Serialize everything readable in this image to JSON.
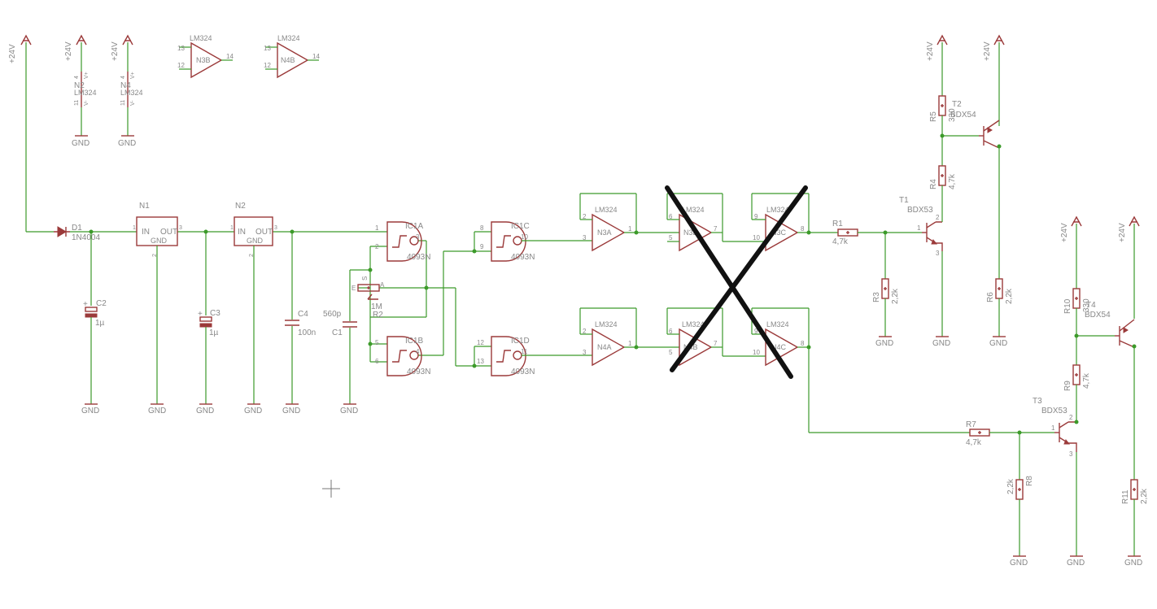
{
  "supply": {
    "v24": "+24V",
    "gnd": "GND"
  },
  "power_units": [
    {
      "name": "N2",
      "part": "LM324",
      "p_pos": "4",
      "p_neg": "11",
      "s_pos": "V+",
      "s_neg": "V-"
    },
    {
      "name": "N4",
      "part": "LM324",
      "p_pos": "4",
      "p_neg": "11",
      "s_pos": "V+",
      "s_neg": "V-"
    }
  ],
  "spare_opamps": [
    {
      "part": "LM324",
      "name": "N3B",
      "pin_a": "13",
      "pin_b": "12",
      "pin_out": "14"
    },
    {
      "part": "LM324",
      "name": "N4B",
      "pin_a": "13",
      "pin_b": "12",
      "pin_out": "14"
    }
  ],
  "d1": {
    "name": "D1",
    "value": "1N4004"
  },
  "regulators": [
    {
      "name": "N1",
      "in": "IN",
      "out": "OUT",
      "gnd": "GND",
      "p1": "1",
      "p2": "2",
      "p3": "3"
    },
    {
      "name": "N2",
      "in": "IN",
      "out": "OUT",
      "gnd": "GND",
      "p1": "1",
      "p2": "2",
      "p3": "3"
    }
  ],
  "c2": {
    "name": "C2",
    "value": "1µ"
  },
  "c3": {
    "name": "C3",
    "value": "1µ"
  },
  "c4": {
    "name": "C4",
    "value": "100n"
  },
  "c1": {
    "name": "C1",
    "value": "560p"
  },
  "r2": {
    "name": "R2",
    "value": "1M",
    "pin_e": "E",
    "pin_a": "A",
    "pin_s": "S"
  },
  "gates": [
    {
      "name": "IC1A",
      "part": "4093N",
      "in1": "1",
      "in2": "2",
      "out": "3"
    },
    {
      "name": "IC1B",
      "part": "4093N",
      "in1": "5",
      "in2": "6",
      "out": "4"
    },
    {
      "name": "IC1C",
      "part": "4093N",
      "in1": "8",
      "in2": "9",
      "out": "10"
    },
    {
      "name": "IC1D",
      "part": "4093N",
      "in1": "12",
      "in2": "13",
      "out": "11"
    }
  ],
  "opamps_top": [
    {
      "name": "N3A",
      "part": "LM324",
      "neg": "2",
      "pos": "3",
      "out": "1"
    },
    {
      "name": "N3B",
      "part": "LM324",
      "neg": "6",
      "pos": "5",
      "out": "7"
    },
    {
      "name": "N3C",
      "part": "LM324",
      "neg": "9",
      "pos": "10",
      "out": "8"
    }
  ],
  "opamps_bottom": [
    {
      "name": "N4A",
      "part": "LM324",
      "neg": "2",
      "pos": "3",
      "out": "1"
    },
    {
      "name": "N4B",
      "part": "LM324",
      "neg": "6",
      "pos": "5",
      "out": "7"
    },
    {
      "name": "N4C",
      "part": "LM324",
      "neg": "9",
      "pos": "10",
      "out": "8"
    }
  ],
  "r1": {
    "name": "R1",
    "value": "4,7k"
  },
  "r3": {
    "name": "R3",
    "value": "2,2k"
  },
  "r4": {
    "name": "R4",
    "value": "4,7k"
  },
  "r5": {
    "name": "R5",
    "value": "330"
  },
  "r6": {
    "name": "R6",
    "value": "2,2k"
  },
  "r7": {
    "name": "R7",
    "value": "4,7k"
  },
  "r8": {
    "name": "R8",
    "value": "2,2k"
  },
  "r9": {
    "name": "R9",
    "value": "4,7k"
  },
  "r10": {
    "name": "R10",
    "value": "330"
  },
  "r11": {
    "name": "R11",
    "value": "2,2k"
  },
  "t1": {
    "name": "T1",
    "value": "BDX53",
    "b": "1",
    "c": "2",
    "e": "3"
  },
  "t2": {
    "name": "T2",
    "value": "BDX54"
  },
  "t3": {
    "name": "T3",
    "value": "BDX53",
    "b": "1",
    "c": "2",
    "e": "3"
  },
  "t4": {
    "name": "T4",
    "value": "BDX54"
  }
}
